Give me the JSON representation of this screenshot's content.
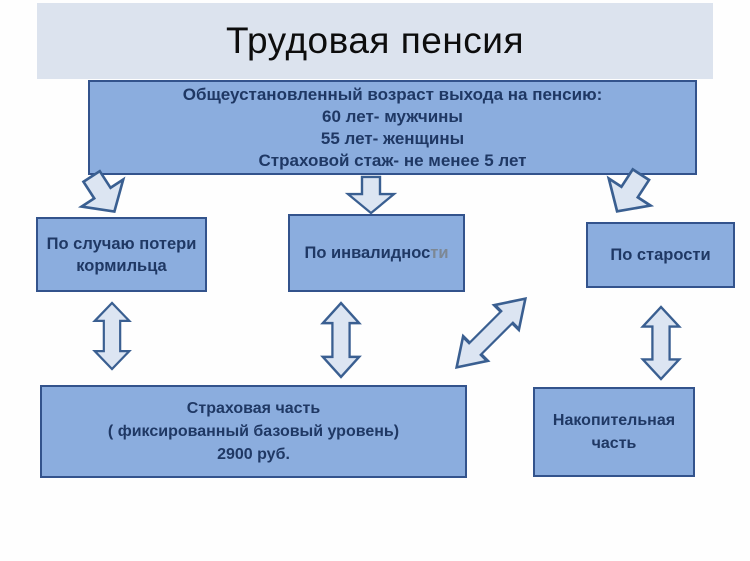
{
  "title": "Трудовая пенсия",
  "main_box": {
    "lines": [
      "Общеустановленный возраст выхода на пенсию:",
      "60 лет- мужчины",
      "55 лет- женщины",
      "Страховой стаж- не менее 5 лет"
    ]
  },
  "categories": [
    {
      "label_line1": "По случаю потери",
      "label_line2": "кормильца"
    },
    {
      "label_main": "По инвалиднос",
      "label_faded": "ти"
    },
    {
      "label": "По старости"
    }
  ],
  "parts": [
    {
      "lines": [
        "Страховая часть",
        "( фиксированный базовый уровень)",
        "2900 руб."
      ]
    },
    {
      "lines": [
        "Накопительная",
        "часть"
      ]
    }
  ],
  "connectors": [
    {
      "id": "main-to-survivor",
      "type": "block-arrow",
      "direction": "down-left"
    },
    {
      "id": "main-to-disability",
      "type": "block-arrow",
      "direction": "down"
    },
    {
      "id": "main-to-oldage",
      "type": "block-arrow",
      "direction": "down-right"
    },
    {
      "id": "survivor-to-insurance",
      "type": "double-headed-arrow",
      "direction": "vertical"
    },
    {
      "id": "disability-to-insurance",
      "type": "double-headed-arrow",
      "direction": "vertical"
    },
    {
      "id": "insurance-to-oldage",
      "type": "double-headed-arrow",
      "direction": "diagonal"
    },
    {
      "id": "oldage-to-funded",
      "type": "double-headed-arrow",
      "direction": "vertical"
    }
  ],
  "colors": {
    "title_bar_bg": "#dce3ee",
    "box_fill": "#8badde",
    "box_border": "#33538c",
    "box_text": "#1f3864",
    "faded_text": "#7d8894",
    "arrow_fill": "#dce5f2",
    "arrow_stroke": "#3a5f91",
    "title_text": "#0d0d0d",
    "page_bg": "#fefefe"
  }
}
